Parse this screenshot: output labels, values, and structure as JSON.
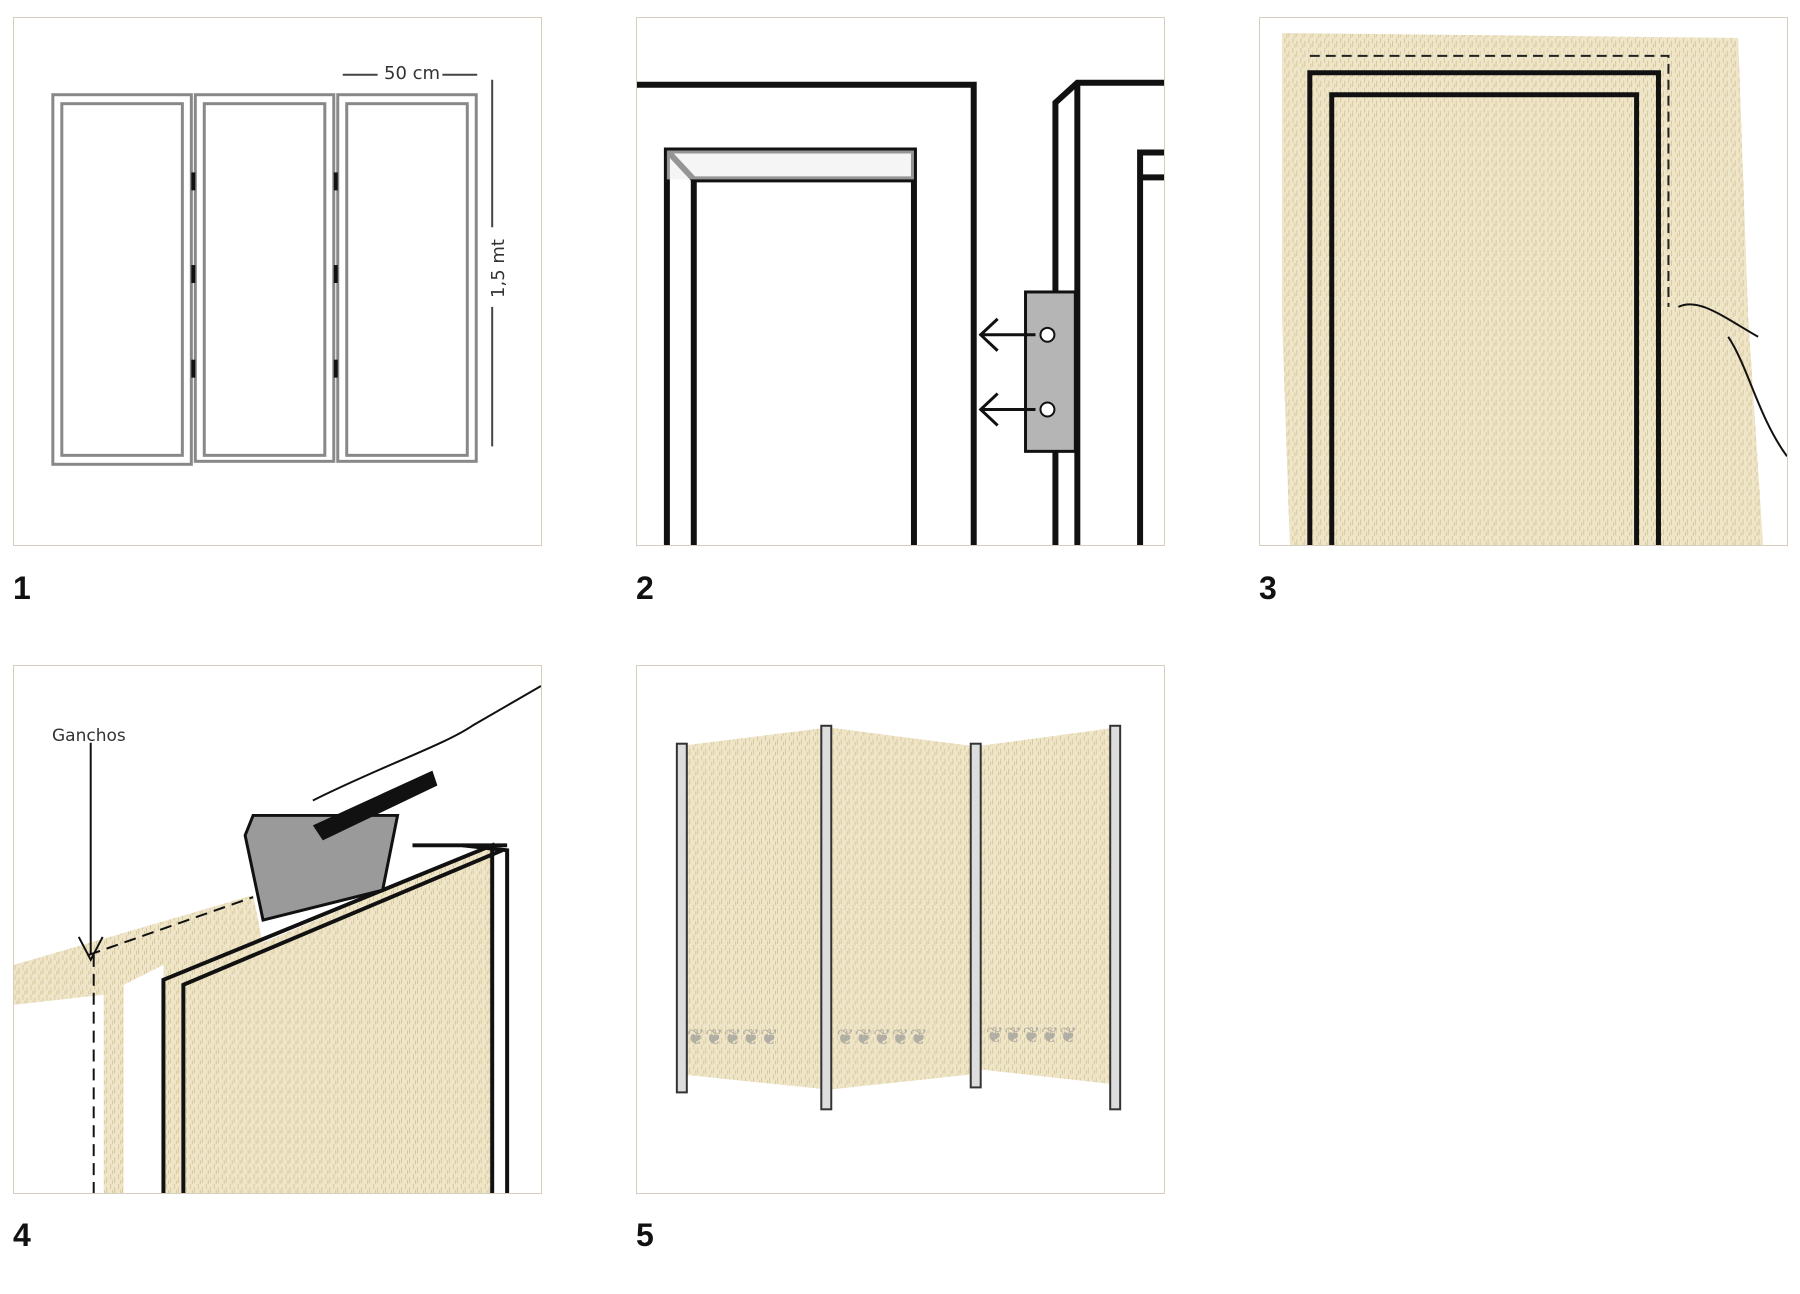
{
  "steps": [
    {
      "number": "1",
      "dimension_width": "50 cm",
      "dimension_height": "1,5 mt"
    },
    {
      "number": "2"
    },
    {
      "number": "3"
    },
    {
      "number": "4",
      "annotation": "Ganchos"
    },
    {
      "number": "5"
    }
  ],
  "colors": {
    "fabric": "#efe5c8",
    "frame": "#111111",
    "border": "#d6cfbd",
    "hinge": "#b5b5b5"
  }
}
